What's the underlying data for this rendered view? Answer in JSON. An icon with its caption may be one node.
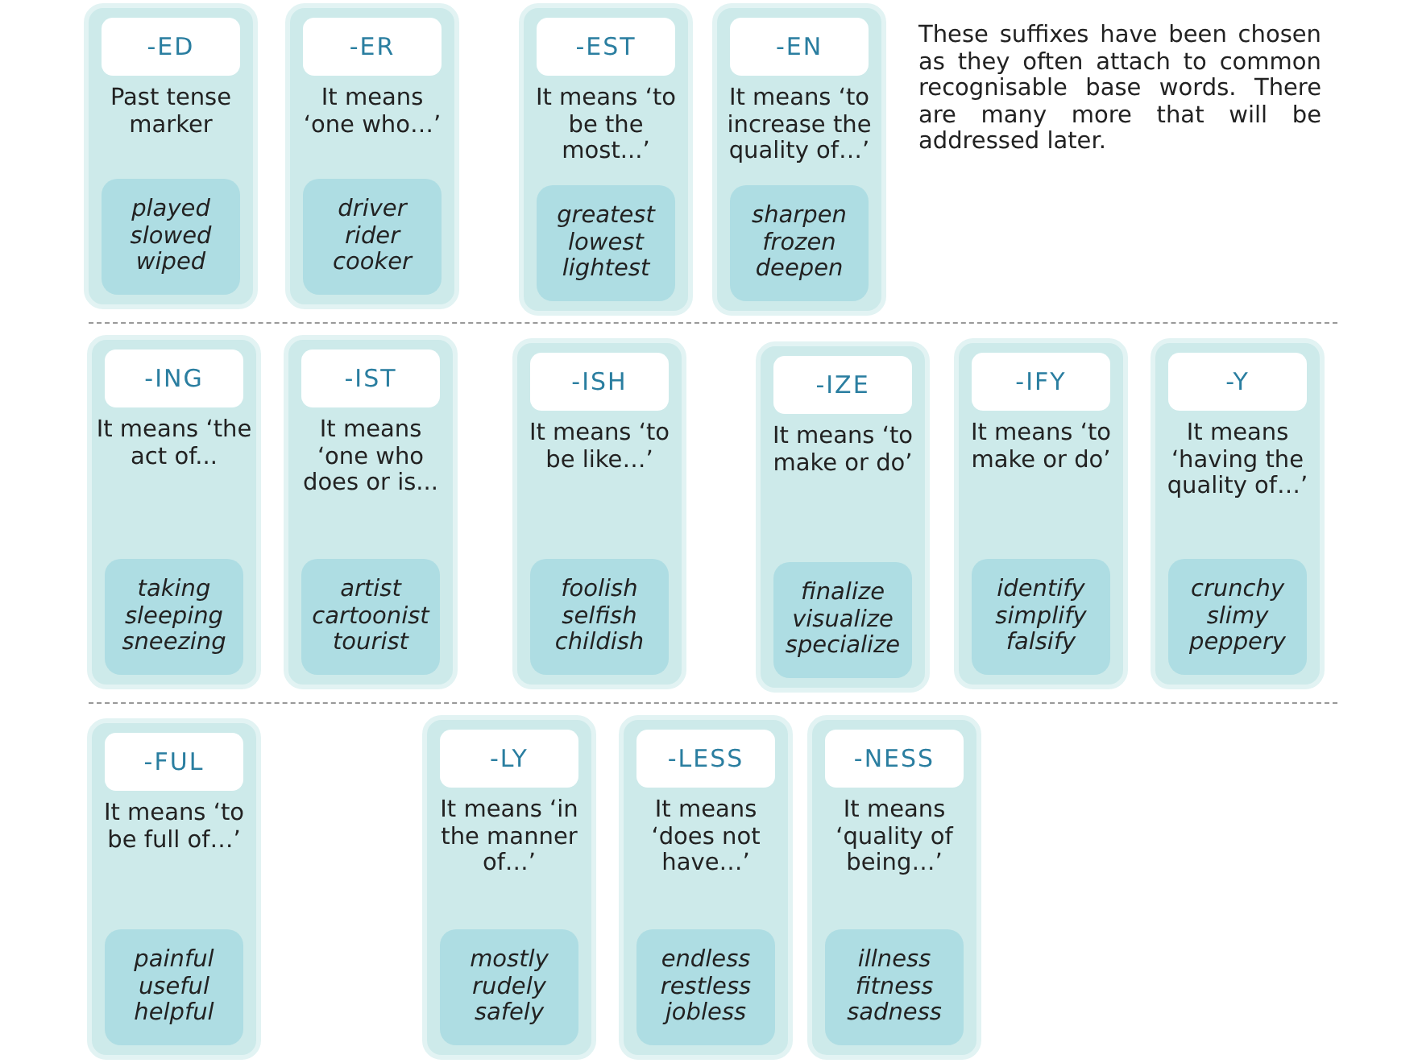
{
  "diagram": {
    "nodes": [
      {
        "text": [
          "Past tense marker"
        ]
      },
      {
        "text": [
          "-ED"
        ],
        "in": 0
      },
      {
        "text": [
          "played slowed wiped"
        ],
        "in": 0
      },
      {
        "text": [
          "It means ‘one who…’"
        ]
      },
      {
        "text": [
          "-ER"
        ],
        "in": 3
      },
      {
        "text": [
          "driver rider cooker"
        ],
        "in": 3
      },
      {
        "text": [
          "It means ‘to be the most...’"
        ]
      },
      {
        "text": [
          "-EST"
        ],
        "in": 6
      },
      {
        "text": [
          "greatest lowest lightest"
        ],
        "in": 6
      },
      {
        "text": [
          "It means ‘to increase the quality of…’"
        ]
      },
      {
        "text": [
          "-EN"
        ],
        "in": 9
      },
      {
        "text": [
          "sharpen frozen deepen"
        ],
        "in": 9
      },
      {
        "text": [
          "It means ‘the act of..."
        ]
      },
      {
        "text": [
          "-ING"
        ],
        "in": 12
      },
      {
        "text": [
          "taking sleeping sneezing"
        ],
        "in": 12
      },
      {
        "text": [
          "It means ‘one who does or is..."
        ]
      },
      {
        "text": [
          "-IST"
        ],
        "in": 15
      },
      {
        "text": [
          "artist cartoonist tourist"
        ],
        "in": 15
      },
      {
        "text": [
          "It means ‘to be like…’"
        ]
      },
      {
        "text": [
          "-ISH"
        ],
        "in": 18
      },
      {
        "text": [
          "foolish selfish childish"
        ],
        "in": 18
      },
      {
        "text": [
          "It means ‘to make or do’"
        ]
      },
      {
        "text": [
          "-IZE"
        ],
        "in": 21
      },
      {
        "text": [
          "finalize visualize specialize"
        ],
        "in": 21
      },
      {
        "text": [
          "It means ‘to make or do’"
        ]
      },
      {
        "text": [
          "-IFY"
        ],
        "in": 24
      },
      {
        "text": [
          "identify simplify falsify"
        ],
        "in": 24
      },
      {
        "text": [
          "It means ‘having the quality of…’"
        ]
      },
      {
        "text": [
          "-Y"
        ],
        "in": 27
      },
      {
        "text": [
          "crunchy slimy peppery"
        ],
        "in": 27
      },
      {
        "text": [
          "It means ‘to be full of…’"
        ]
      },
      {
        "text": [
          "-FUL"
        ],
        "in": 30
      },
      {
        "text": [
          "painful useful helpful"
        ],
        "in": 30
      },
      {
        "text": [
          "It means ‘in the manner of…’"
        ]
      },
      {
        "text": [
          "-LY"
        ],
        "in": 33
      },
      {
        "text": [
          "mostly rudely safely"
        ],
        "in": 33
      },
      {
        "text": [
          "It means ‘does not have…’"
        ]
      },
      {
        "text": [
          "-LESS"
        ],
        "in": 36
      },
      {
        "text": [
          "endless restless jobless"
        ],
        "in": 36
      },
      {
        "text": [
          "It means ‘quality of being…’"
        ]
      },
      {
        "text": [
          "-NESS"
        ],
        "in": 39
      },
      {
        "text": [
          "illness fitness sadness"
        ],
        "in": 39
      }
    ],
    "edges": [],
    "labels": [
      "These suffixes have been chosen as they often attach to common recognisable base words. There are many more that will be addressed later."
    ]
  }
}
